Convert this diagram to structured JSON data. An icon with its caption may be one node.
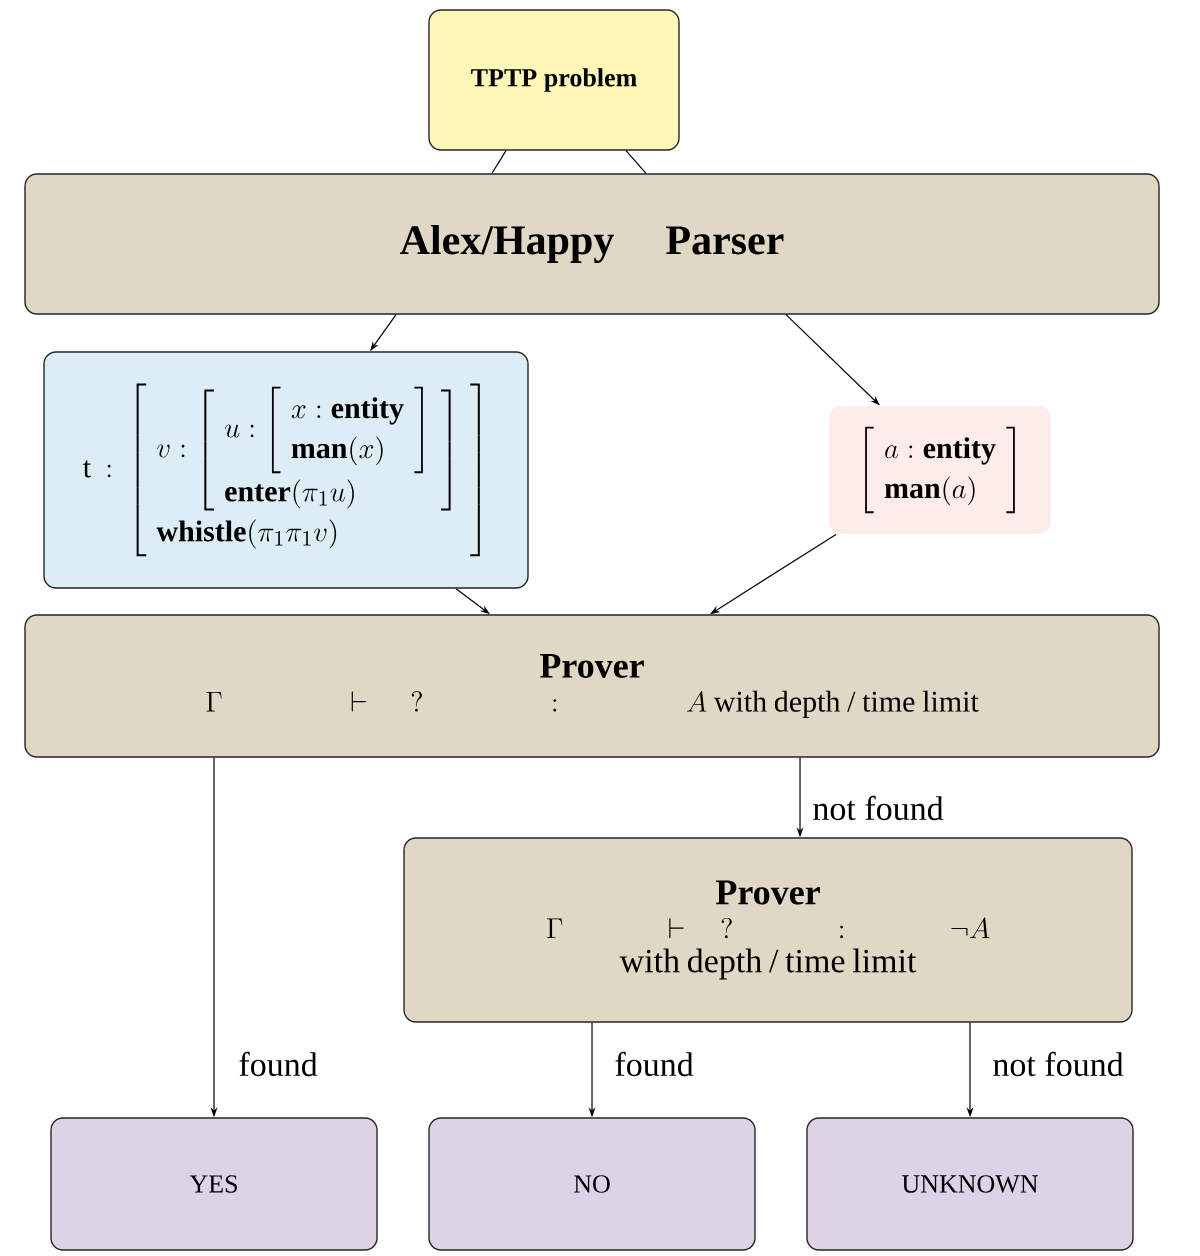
{
  "diagram": {
    "nodes": [
      {
        "text": [
          "TPTP problem"
        ]
      },
      {
        "text": [
          "Alex/Happy Parser"
        ]
      },
      {
        "text": [
          "\\mathrm{t} : \\left[\\begin{array}{l} v : \\left[\\begin{array}{l} u : \\left[\\begin{array}{l} x : \\mathbf{entity} \\\\ \\mathbf{man}(x)\\end{array}\\right] \\\\ \\mathbf{enter}(\\pi_1 u)\\end{array}\\right] \\\\ \\mathbf{whistle}(\\pi_1\\pi_1 v)\\end{array}\\right]"
        ]
      },
      {
        "text": [
          "\\left[\\begin{array}{l} a : \\mathbf{entity} \\\\ \\mathbf{man}(a)\\end{array}\\right]"
        ]
      },
      {
        "text": [
          "Prover",
          "\\Gamma \\;\\; \\vdash\\; ? \\;\\; : \\;\\; A \\text{ with depth / time limit}"
        ]
      },
      {
        "text": [
          "Prover",
          "\\Gamma \\;\\; \\vdash\\; ? \\;\\; : \\;\\; \\neg A",
          "with depth / time limit"
        ]
      },
      {
        "text": [
          "YES"
        ]
      },
      {
        "text": [
          "NO"
        ]
      },
      {
        "text": [
          "UNKNOWN"
        ]
      }
    ],
    "edges": [
      {
        "from": 0,
        "to": 1,
        "arrow": "none"
      },
      {
        "from": 0,
        "to": 1,
        "arrow": "none"
      },
      {
        "from": 1,
        "to": 2,
        "arrow": "to"
      },
      {
        "from": 1,
        "to": 3,
        "arrow": "to"
      },
      {
        "from": 2,
        "to": 4,
        "arrow": "to"
      },
      {
        "from": 3,
        "to": 4,
        "arrow": "to"
      },
      {
        "from": 4,
        "to": 6,
        "arrow": "to",
        "label": "found"
      },
      {
        "from": 4,
        "to": 5,
        "arrow": "to",
        "label": "not found"
      },
      {
        "from": 5,
        "to": 7,
        "arrow": "to",
        "label": "found"
      },
      {
        "from": 5,
        "to": 8,
        "arrow": "to",
        "label": "not found"
      }
    ]
  }
}
